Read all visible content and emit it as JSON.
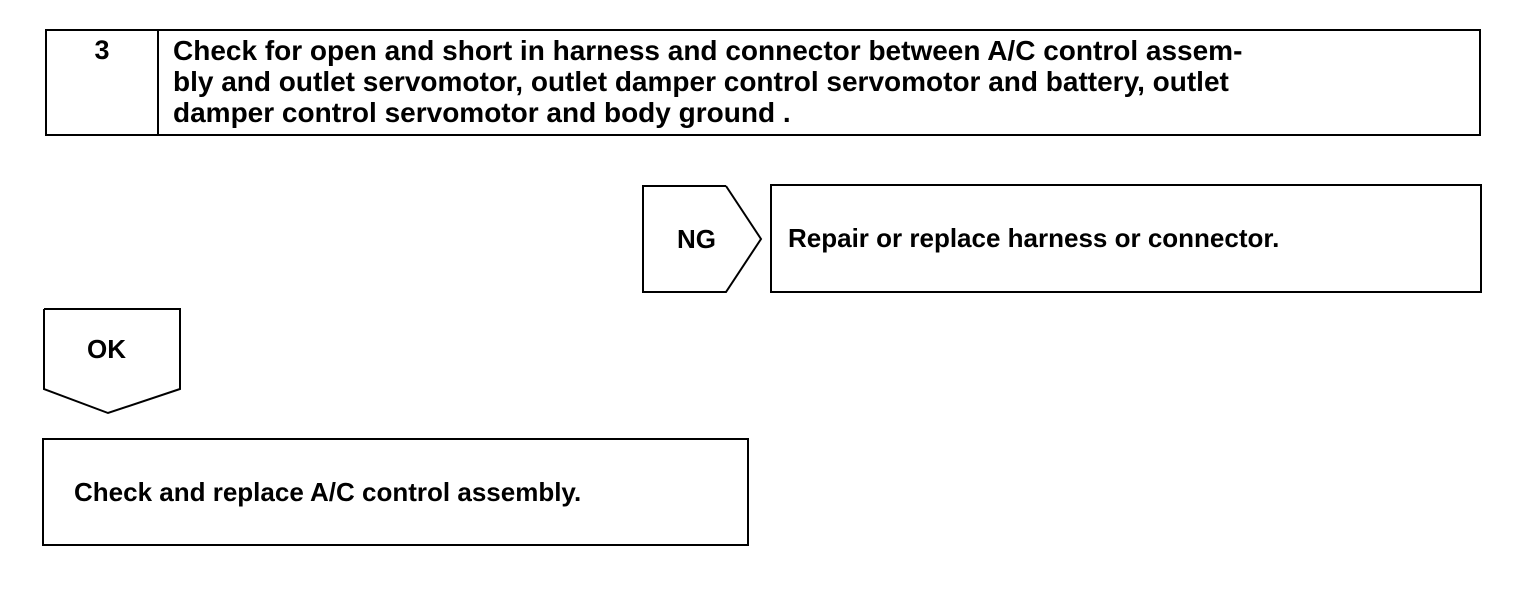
{
  "step": {
    "number": "3",
    "lines": [
      "Check for open and short in harness and connector between A/C control assem-",
      "bly and outlet servomotor, outlet damper control servomotor and battery, outlet",
      "damper control servomotor and body ground ."
    ]
  },
  "ng_branch": {
    "label": "NG",
    "result": "Repair or replace harness or connector."
  },
  "ok_branch": {
    "label": "OK",
    "result": "Check and replace A/C control assembly."
  }
}
